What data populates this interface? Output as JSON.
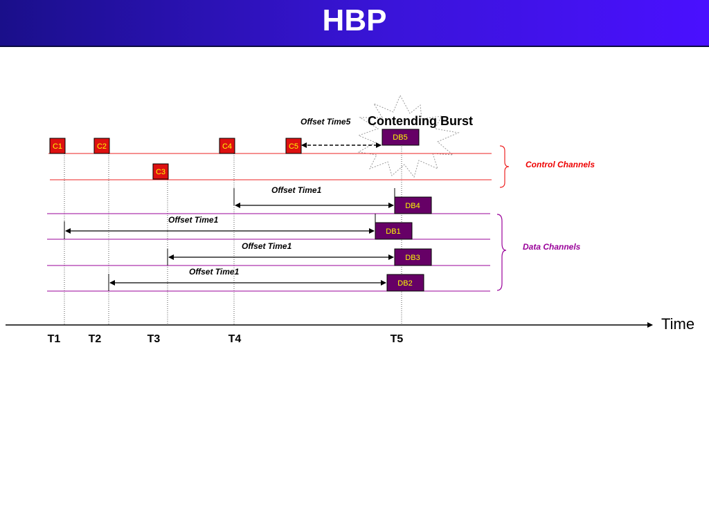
{
  "title": "HBP",
  "control_bursts": [
    "C1",
    "C2",
    "C3",
    "C4",
    "C5"
  ],
  "data_bursts": [
    "DB5",
    "DB4",
    "DB1",
    "DB3",
    "DB2"
  ],
  "offset_labels": {
    "offset_time5": "Offset Time5",
    "offset_time1_db4": "Offset Time1",
    "offset_time1_db1": "Offset Time1",
    "offset_time1_db3": "Offset Time1",
    "offset_time1_db2": "Offset Time1"
  },
  "contending_burst_label": "Contending Burst",
  "group_labels": {
    "control": "Control Channels",
    "data": "Data Channels"
  },
  "time_axis": {
    "label": "Time",
    "ticks": [
      "T1",
      "T2",
      "T3",
      "T4",
      "T5"
    ]
  },
  "colors": {
    "control_box_fill": "#dd1111",
    "control_box_text": "#ffff00",
    "data_box_fill": "#660066",
    "data_box_text": "#ffff00",
    "control_line": "#ee2222",
    "data_line": "#990099",
    "control_label": "#ee0000",
    "data_label": "#990099"
  }
}
